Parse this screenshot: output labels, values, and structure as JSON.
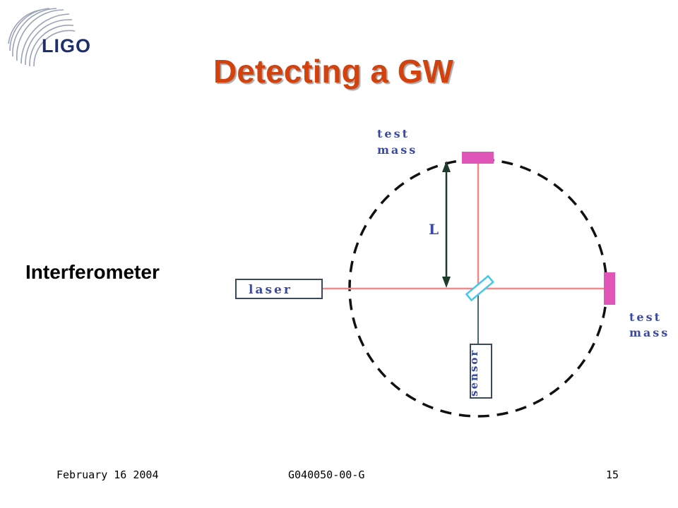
{
  "logo": {
    "text": "LIGO"
  },
  "slide": {
    "title": "Detecting a GW",
    "side_label": "Interferometer"
  },
  "diagram": {
    "test_mass_top": {
      "line1": "test",
      "line2": "mass"
    },
    "test_mass_right": {
      "line1": "test",
      "line2": "mass"
    },
    "arm_length_label": "L",
    "laser_label": "laser",
    "sensor_label": "sensor"
  },
  "footer": {
    "date": "February 16 2004",
    "doc_id": "G040050-00-G",
    "page": "15"
  },
  "colors": {
    "title": "#d1420e",
    "logo": "#1f2f6e",
    "beam": "#f08a8a",
    "mass": "#e055b8",
    "splitter": "#46c8e8",
    "label_blue": "#3a4aa0"
  }
}
